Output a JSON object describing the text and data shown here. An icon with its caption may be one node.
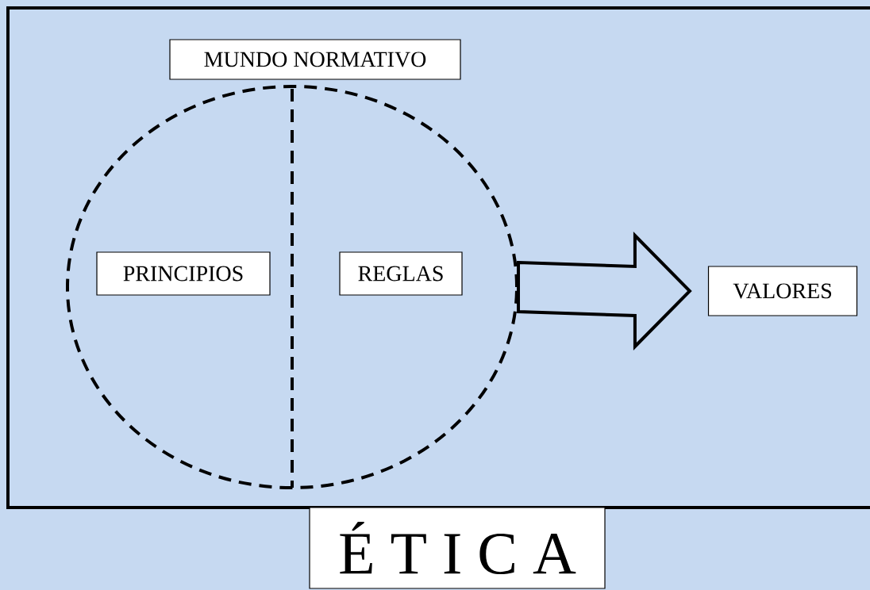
{
  "diagram": {
    "nodes": [
      {
        "text": [
          "É T I C A"
        ]
      },
      {
        "text": [
          "MUNDO NORMATIVO"
        ],
        "in": 0
      },
      {
        "text": [
          "PRINCIPIOS"
        ],
        "in": 1
      },
      {
        "text": [
          "REGLAS"
        ],
        "in": 1
      },
      {
        "text": [
          "VALORES"
        ],
        "in": 0
      }
    ],
    "edges": [
      {
        "from": 1,
        "to": 4,
        "arrow": "to"
      }
    ]
  }
}
